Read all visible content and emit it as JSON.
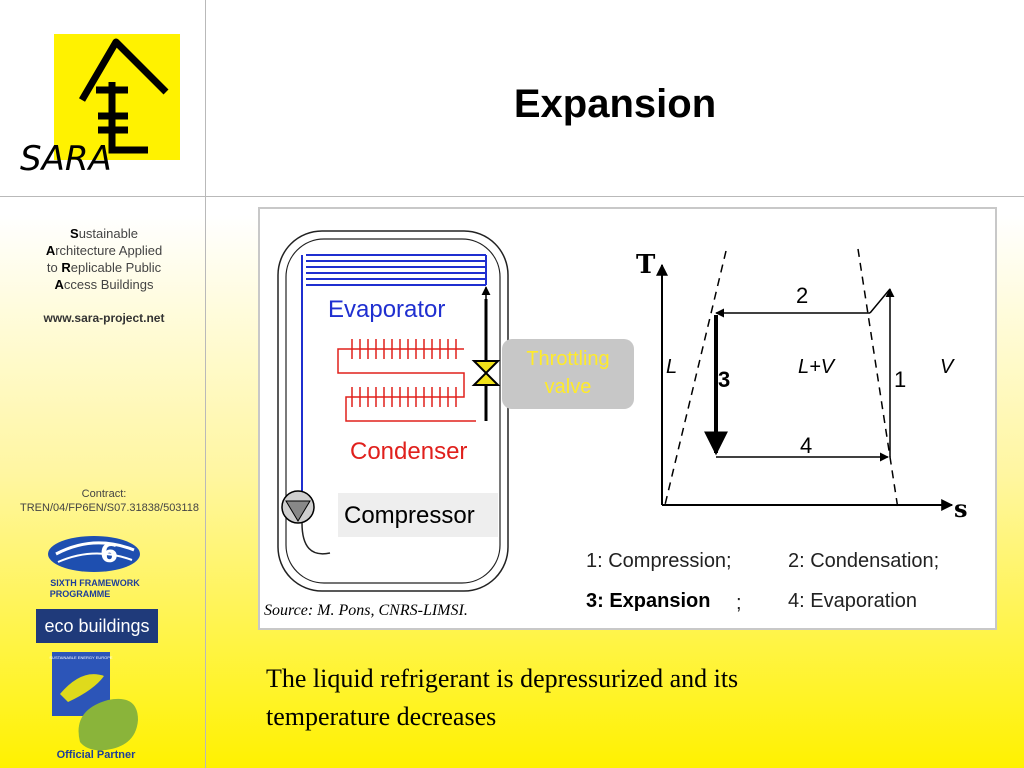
{
  "slide": {
    "title": "Expansion",
    "logo_text": "SARA",
    "sidebar": {
      "line1_initial": "S",
      "line1_rest": "ustainable",
      "line2_initial": "A",
      "line2_rest": "rchitecture Applied",
      "line3_pre": "to ",
      "line3_initial": "R",
      "line3_rest": "eplicable Public",
      "line4_initial": "A",
      "line4_rest": "ccess Buildings",
      "url": "www.sara-project.net",
      "contract": "Contract: TREN/04/FP6EN/S07.31838/503118",
      "fp6_line1": "SIXTH FRAMEWORK",
      "fp6_line2": "PROGRAMME",
      "eco_label": "eco buildings",
      "partner_label": "Official Partner",
      "partner_top": "SUSTAINABLE ENERGY EUROPE"
    },
    "caption_line1": "The liquid refrigerant is depressurized and its",
    "caption_line2": "temperature decreases"
  },
  "diagram": {
    "evaporator": "Evaporator",
    "condenser": "Condenser",
    "compressor": "Compressor",
    "throttle_line1": "Throttling",
    "throttle_line2": "valve",
    "axis_t": "T",
    "axis_s": "s",
    "region_l": "L",
    "region_lv": "L+V",
    "region_v": "V",
    "step_1": "1",
    "step_2": "2",
    "step_3": "3",
    "step_4": "4",
    "legend_1": "1: Compression;",
    "legend_2": "2: Condensation;",
    "legend_3": "3: Expansion",
    "legend_3_sep": ";",
    "legend_4": "4: Evaporation",
    "source": "Source: M. Pons, CNRS-LIMSI."
  },
  "colors": {
    "evaporator": "#1f2fd0",
    "condenser": "#e0201c",
    "throttle_text": "#ffeb2a",
    "throttle_bg": "#c7c7c7",
    "logo_yellow": "#fff200"
  }
}
